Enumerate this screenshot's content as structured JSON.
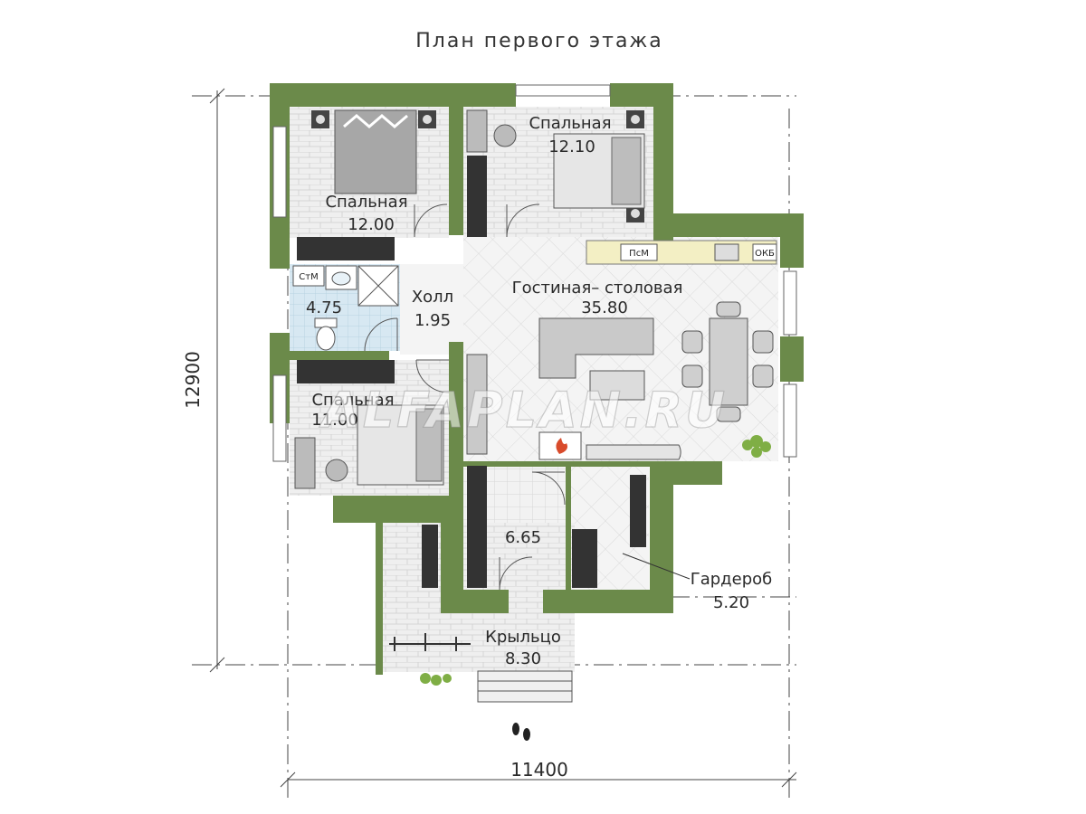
{
  "title": "План первого этажа",
  "dimensions": {
    "width": "11400",
    "height": "12900"
  },
  "rooms": [
    {
      "id": "bedroom-top-left",
      "name": "Спальная",
      "area": "12.00"
    },
    {
      "id": "bedroom-top-right",
      "name": "Спальная",
      "area": "12.10"
    },
    {
      "id": "bathroom",
      "name": "",
      "area": "4.75"
    },
    {
      "id": "hall",
      "name": "Холл",
      "area": "1.95"
    },
    {
      "id": "living-dining",
      "name": "Гостиная– столовая",
      "area": "35.80"
    },
    {
      "id": "bedroom-bottom-left",
      "name": "Спальная",
      "area": "11.00"
    },
    {
      "id": "utility",
      "name": "",
      "area": "6.65"
    },
    {
      "id": "wardrobe",
      "name": "Гардероб",
      "area": "5.20"
    },
    {
      "id": "porch",
      "name": "Крыльцо",
      "area": "8.30"
    }
  ],
  "appliance_tags": {
    "washer": "СтМ",
    "dishwasher": "ПсМ",
    "boiler": "ОКБ"
  },
  "watermark": "ALFAPLAN.RU",
  "colors": {
    "wall": "#6b8a4a",
    "floor_tile": "#eeeeee",
    "bathroom_floor": "#d7e8f2",
    "furniture": "#cfcfcf"
  },
  "icons": [
    "door-swing-icon",
    "bed-icon",
    "sofa-icon",
    "dining-table-icon",
    "wardrobe-hanger-icon",
    "toilet-icon",
    "shower-icon",
    "sink-icon",
    "plant-icon",
    "fireplace-icon",
    "footprints-icon",
    "kitchen-counter-icon"
  ]
}
